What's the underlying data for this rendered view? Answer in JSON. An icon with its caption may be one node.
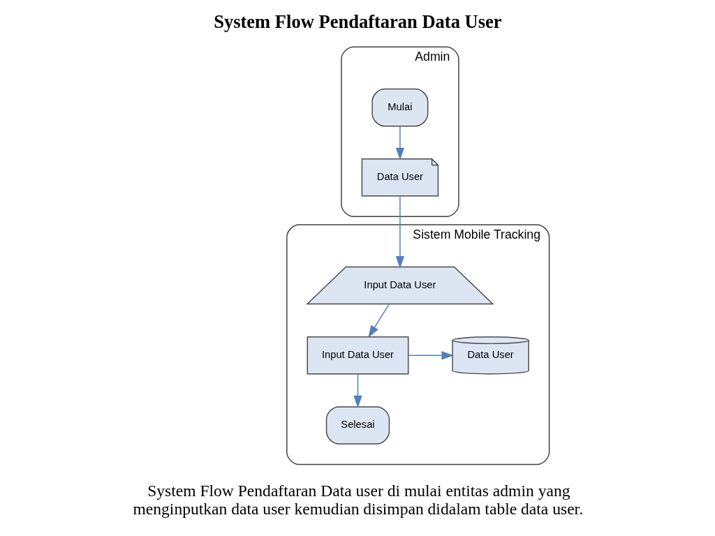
{
  "diagram": {
    "title": "System Flow Pendaftaran Data User",
    "caption": "System Flow Pendaftaran Data user di mulai entitas admin yang menginputkan data user kemudian disimpan didalam table data user.",
    "nodes": [
      {
        "text": [
          "Admin"
        ]
      },
      {
        "text": [
          "Sistem Mobile Tracking"
        ]
      },
      {
        "text": [
          "Mulai"
        ],
        "in": 0
      },
      {
        "text": [
          "Data User"
        ],
        "in": 0
      },
      {
        "text": [
          "Input Data User"
        ],
        "in": 1
      },
      {
        "text": [
          "Input Data User"
        ],
        "in": 1
      },
      {
        "text": [
          "Data User"
        ],
        "in": 1
      },
      {
        "text": [
          "Selesai"
        ],
        "in": 1
      }
    ],
    "edges": [
      {
        "from": 2,
        "to": 3,
        "arrow": "to"
      },
      {
        "from": 3,
        "to": 4,
        "arrow": "to"
      },
      {
        "from": 4,
        "to": 5,
        "arrow": "to"
      },
      {
        "from": 5,
        "to": 6,
        "arrow": "to"
      },
      {
        "from": 5,
        "to": 7,
        "arrow": "to"
      }
    ]
  }
}
